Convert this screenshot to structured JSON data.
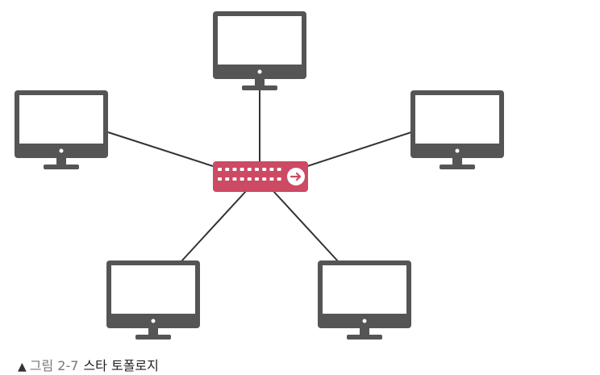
{
  "diagram": {
    "type": "star-topology",
    "hub": {
      "icon": "network-switch-icon"
    },
    "nodes": [
      {
        "id": "pc-top",
        "icon": "monitor-icon"
      },
      {
        "id": "pc-left",
        "icon": "monitor-icon"
      },
      {
        "id": "pc-right",
        "icon": "monitor-icon"
      },
      {
        "id": "pc-bottom-left",
        "icon": "monitor-icon"
      },
      {
        "id": "pc-bottom-right",
        "icon": "monitor-icon"
      }
    ],
    "colors": {
      "monitor": "#555555",
      "screen": "#ffffff",
      "hub": "#cc4a63",
      "link": "#333333"
    }
  },
  "caption": {
    "marker": "▲",
    "label": "그림 2-7",
    "title": "스타 토폴로지"
  }
}
